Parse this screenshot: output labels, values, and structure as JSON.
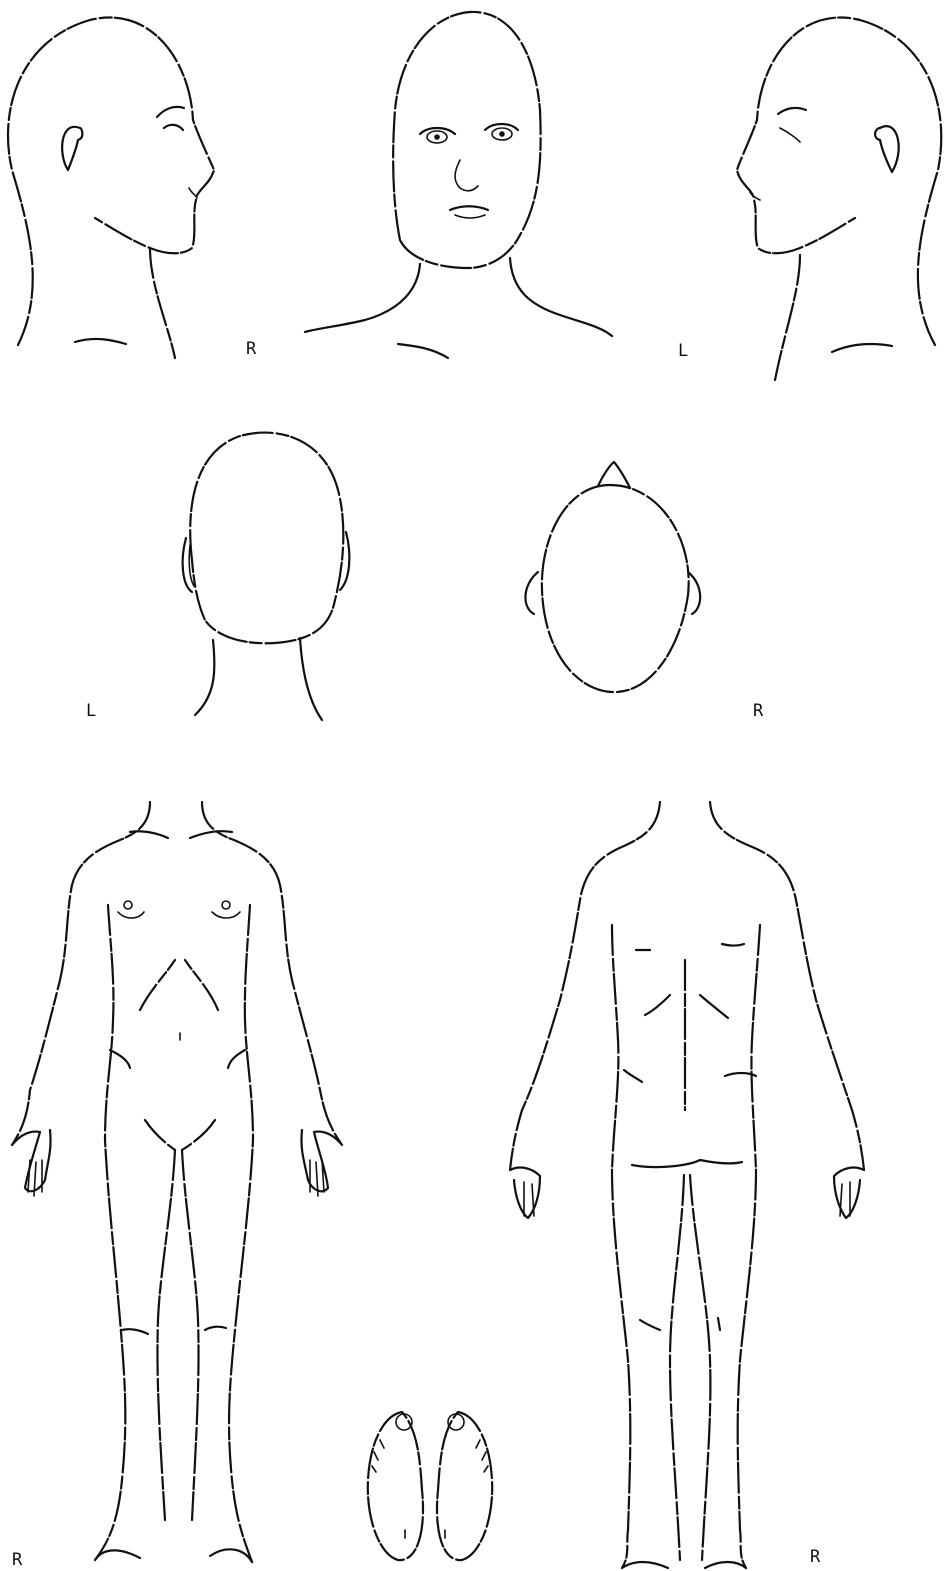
{
  "labels": {
    "profile_right": "R",
    "profile_left": "L",
    "back_head": "L",
    "top_head": "R",
    "body_front": "R",
    "body_back": "R"
  }
}
